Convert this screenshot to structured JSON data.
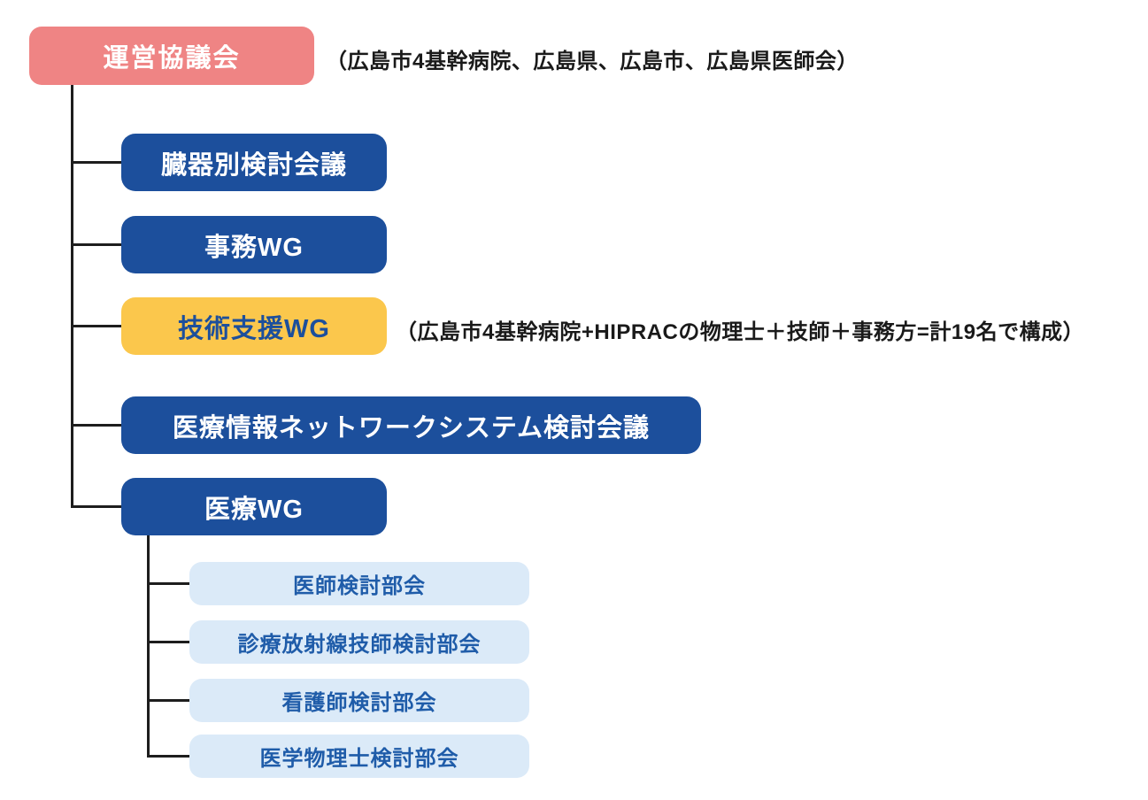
{
  "diagram": {
    "title_hint": "organization-chart",
    "colors": {
      "root_bg": "#EF8484",
      "main_bg": "#1C4F9C",
      "accent_bg": "#FBC74C",
      "sub_bg": "#DBEAF8",
      "root_text": "#FFFFFF",
      "main_text": "#FFFFFF",
      "accent_text": "#1C4F9C",
      "sub_text": "#1F5CA9",
      "line": "#1D1D1D",
      "annotation_text": "#1A1A1A"
    },
    "root": {
      "label": "運営協議会",
      "annotation": "（広島市4基幹病院、広島県、広島市、広島県医師会）"
    },
    "children": [
      {
        "label": "臓器別検討会議"
      },
      {
        "label": "事務WG"
      },
      {
        "label": "技術支援WG",
        "annotation": "（広島市4基幹病院+HIPRACの物理士＋技師＋事務方=計19名で構成）"
      },
      {
        "label": "医療情報ネットワークシステム検討会議"
      },
      {
        "label": "医療WG",
        "children": [
          {
            "label": "医師検討部会"
          },
          {
            "label": "診療放射線技師検討部会"
          },
          {
            "label": "看護師検討部会"
          },
          {
            "label": "医学物理士検討部会"
          }
        ]
      }
    ]
  }
}
